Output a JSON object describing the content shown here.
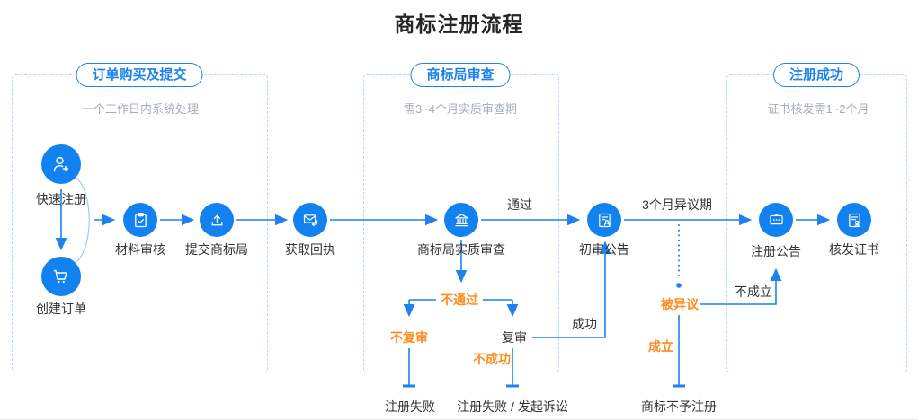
{
  "title": "商标注册流程",
  "sections": [
    {
      "label": "订单购买及提交",
      "subtitle": "一个工作日内系统处理"
    },
    {
      "label": "商标局审查",
      "subtitle": "需3~4个月实质审查期"
    },
    {
      "label": "注册成功",
      "subtitle": "证书核发需1~2个月"
    }
  ],
  "nodes": [
    {
      "label": "快速注册",
      "icon": "user-plus-icon"
    },
    {
      "label": "创建订单",
      "icon": "cart-icon"
    },
    {
      "label": "材料审核",
      "icon": "clipboard-check-icon"
    },
    {
      "label": "提交商标局",
      "icon": "upload-icon"
    },
    {
      "label": "获取回执",
      "icon": "mail-receipt-icon"
    },
    {
      "label": "商标局实质审查",
      "icon": "bank-icon"
    },
    {
      "label": "初审公告",
      "icon": "document-user-icon"
    },
    {
      "label": "注册公告",
      "icon": "plaque-icon"
    },
    {
      "label": "核发证书",
      "icon": "certificate-icon"
    }
  ],
  "edges": {
    "pass": "通过",
    "objection_period": "3个月异议期",
    "not_pass": "不通过",
    "no_review": "不复审",
    "review": "复审",
    "success": "成功",
    "not_success": "不成功",
    "objected": "被异议",
    "not_established": "不成立",
    "established": "成立"
  },
  "outcomes": {
    "fail": "注册失败",
    "fail_or_lawsuit": "注册失败 / 发起诉讼",
    "not_registered": "商标不予注册"
  },
  "colors": {
    "primary_blue": "#1182f0",
    "line_blue": "#1b82f0",
    "light_dashed_blue": "#b3d7f8",
    "arc_blue": "#9cc9f7",
    "orange": "#ff8c1f",
    "subtitle_gray": "#a6adb8",
    "text_dark": "#333333"
  }
}
